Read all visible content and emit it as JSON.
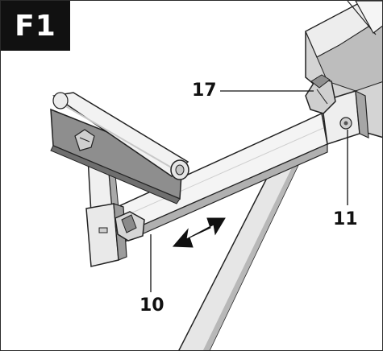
{
  "figure": {
    "badge": "F1",
    "callouts": [
      {
        "id": "17",
        "label": "17"
      },
      {
        "id": "11",
        "label": "11"
      },
      {
        "id": "10",
        "label": "10"
      }
    ]
  },
  "colors": {
    "metal_light": "#f2f2f2",
    "metal_mid": "#d9d9d9",
    "metal_dark": "#9a9a9a",
    "plate": "#8d8d8d",
    "outline": "#222222",
    "badge_bg": "#111111",
    "badge_text": "#ffffff",
    "arrow": "#111111"
  }
}
